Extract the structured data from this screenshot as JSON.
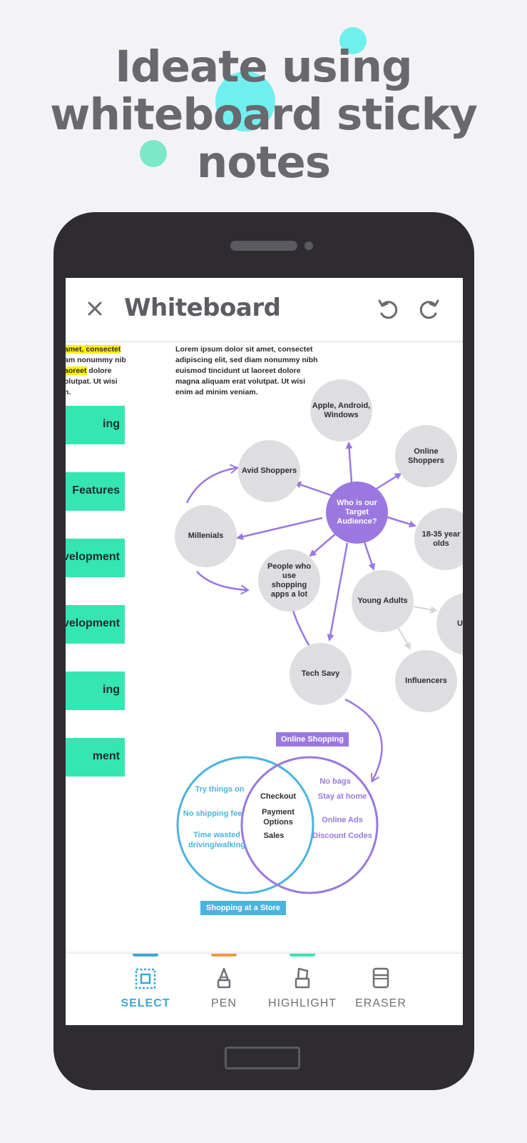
{
  "headline": {
    "line1": "Ideate using",
    "line2": "whiteboard sticky",
    "line3": "notes"
  },
  "colors": {
    "teal_blob": "#6ff0ee",
    "mint_blob": "#7ce8c8",
    "accent_select": "#3aa6d8",
    "accent_pen": "#f09a4a",
    "accent_highlight": "#35e6b3",
    "node_purple": "#9a78e0",
    "tile_green": "#35e6b3",
    "venn_blue": "#4ab4df",
    "venn_purple": "#9a78e0"
  },
  "app": {
    "title": "Whiteboard",
    "close_icon": "close-icon",
    "undo_icon": "undo-icon",
    "redo_icon": "redo-icon"
  },
  "canvas": {
    "lorem_left": {
      "line1": "amet, consectet",
      "line2": "am nonummy nibh",
      "line3a": "aoreet",
      "line3b": " dolore",
      "line4": "olutpat. Ut wisi",
      "line5": "n."
    },
    "lorem_right": "Lorem ipsum dolor sit amet, consectet adipiscing elit, sed diam nonummy nibh euismod tincidunt ut laoreet dolore magna aliquam erat volutpat. Ut wisi enim ad minim veniam.",
    "tiles": [
      "ing",
      "Features",
      "velopment",
      "velopment",
      "ing",
      "ment"
    ],
    "mindmap": {
      "center": "Who is our Target Audience?",
      "nodes": {
        "apple": "Apple, Android, Windows",
        "online": "Online Shoppers",
        "avid": "Avid Shoppers",
        "millenials": "Millenials",
        "age": "18-35 year olds",
        "people": "People who use shopping apps a lot",
        "young": "Young Adults",
        "partial": "U",
        "tech": "Tech Savy",
        "influencers": "Influencers"
      }
    },
    "venn": {
      "top_tag": "Online Shopping",
      "bottom_tag": "Shopping at a Store",
      "left": [
        "Try things on",
        "No shipping fee",
        "Time wasted driving/walking"
      ],
      "middle": [
        "Checkout",
        "Payment Options",
        "Sales"
      ],
      "right": [
        "No bags",
        "Stay at home",
        "Online Ads",
        "Discount Codes"
      ]
    }
  },
  "toolbar": {
    "items": [
      {
        "label": "SELECT",
        "icon": "select-icon",
        "active": true
      },
      {
        "label": "PEN",
        "icon": "pen-icon",
        "active": false
      },
      {
        "label": "HIGHLIGHT",
        "icon": "highlighter-icon",
        "active": false
      },
      {
        "label": "ERASER",
        "icon": "eraser-icon",
        "active": false
      }
    ]
  }
}
